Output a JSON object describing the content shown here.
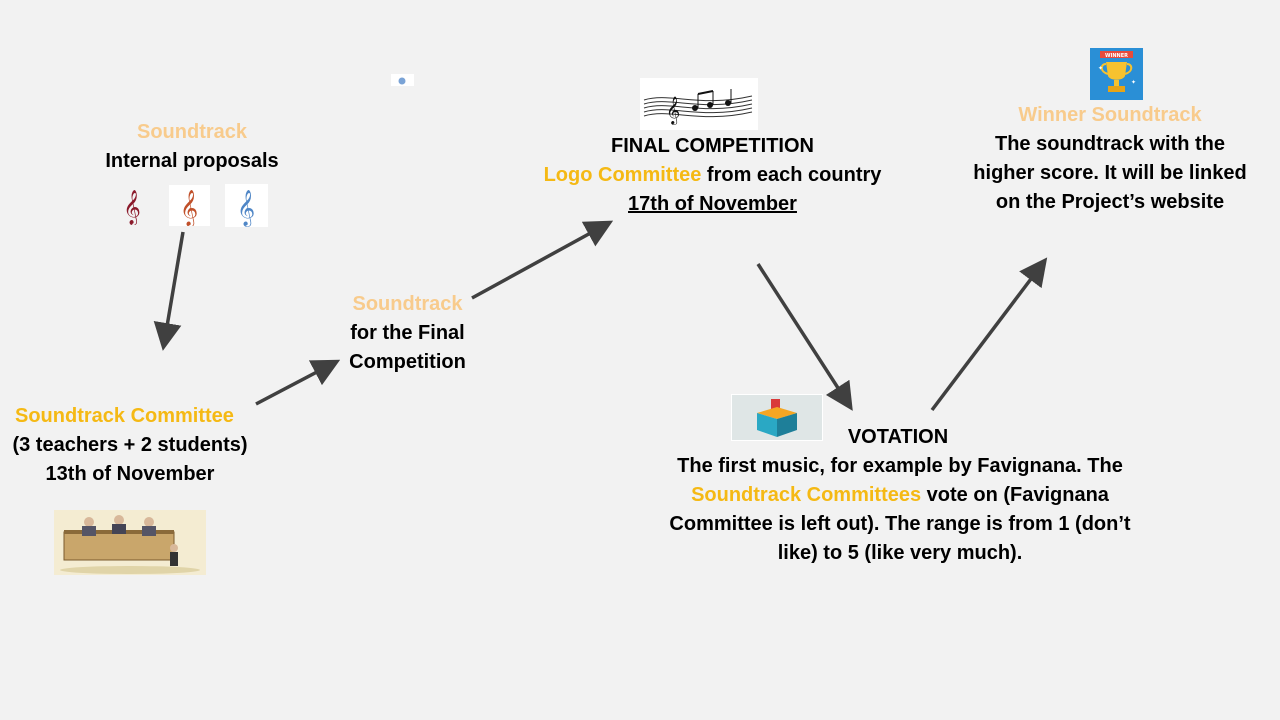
{
  "proposals": {
    "title": "Soundtrack",
    "subtitle": "Internal proposals"
  },
  "committee": {
    "title": "Soundtrack Committee",
    "members": "(3 teachers + 2 students)",
    "date": "13th of November"
  },
  "final_soundtrack": {
    "title": "Soundtrack",
    "line1": "for the Final",
    "line2": "Competition"
  },
  "final_competition": {
    "title": "FINAL COMPETITION",
    "committee_highlight": "Logo Committee",
    "committee_rest": " from each country",
    "date": "17th of November"
  },
  "winner": {
    "title": "Winner Soundtrack",
    "line1": "The soundtrack with the",
    "line2": "higher score. It will be linked",
    "line3": "on the Project’s website",
    "trophy_banner": "WINNER"
  },
  "votation": {
    "title": "VOTATION",
    "line1": "The first music, for example by Favignana. The",
    "line2_highlight": "Soundtrack Committees",
    "line2_rest": " vote on (Favignana",
    "line3": "Committee is left out). The range is from 1 (don’t",
    "line4": "like) to 5 (like very much)."
  },
  "icons": [
    "treble-clef-icon",
    "music-staff-icon",
    "winner-trophy-icon",
    "ballot-box-icon",
    "committee-meeting-icon"
  ],
  "colors": {
    "background": "#f2f2f2",
    "pale_orange": "#f8cb8c",
    "gold": "#f5b914",
    "arrow": "#404040"
  }
}
